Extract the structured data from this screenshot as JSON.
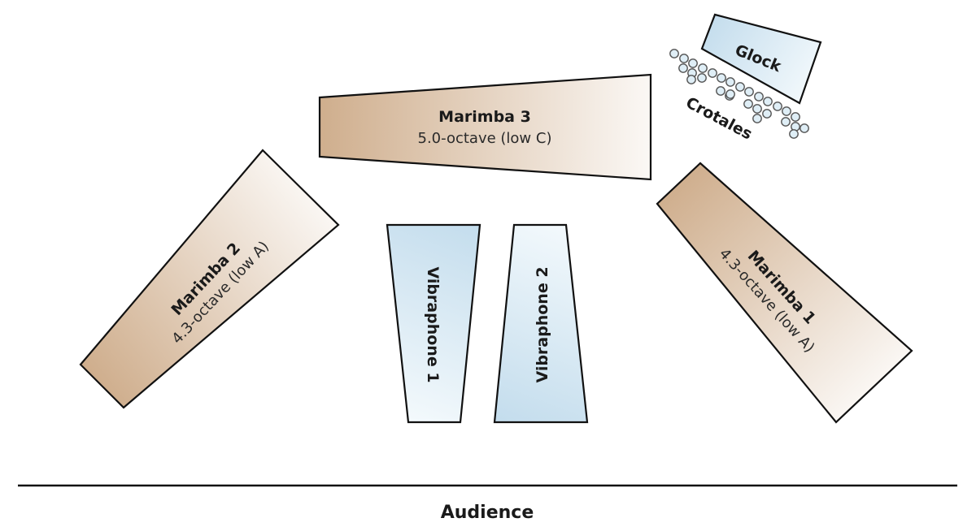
{
  "diagram": {
    "type": "stage-setup",
    "audience_label": "Audience",
    "colors": {
      "marimba_dark": "#cfae8d",
      "marimba_light": "#fbf8f5",
      "vibraphone_dark": "#c4dded",
      "vibraphone_light": "#f3f9fc",
      "outline": "#111111",
      "crotale_fill": "#dfeef6",
      "crotale_stroke": "#555555"
    },
    "instruments": [
      {
        "id": "marimba-3",
        "name": "Marimba 3",
        "detail": "5.0-octave (low C)",
        "family": "marimba"
      },
      {
        "id": "marimba-2",
        "name": "Marimba 2",
        "detail": "4.3-octave (low A)",
        "family": "marimba"
      },
      {
        "id": "marimba-1",
        "name": "Marimba 1",
        "detail": "4.3-octave (low A)",
        "family": "marimba"
      },
      {
        "id": "vibraphone-1",
        "name": "Vibraphone 1",
        "family": "vibraphone"
      },
      {
        "id": "vibraphone-2",
        "name": "Vibraphone 2",
        "family": "vibraphone"
      },
      {
        "id": "glock",
        "name": "Glock",
        "family": "glockenspiel"
      },
      {
        "id": "crotales",
        "name": "Crotales",
        "family": "crotales"
      }
    ]
  }
}
